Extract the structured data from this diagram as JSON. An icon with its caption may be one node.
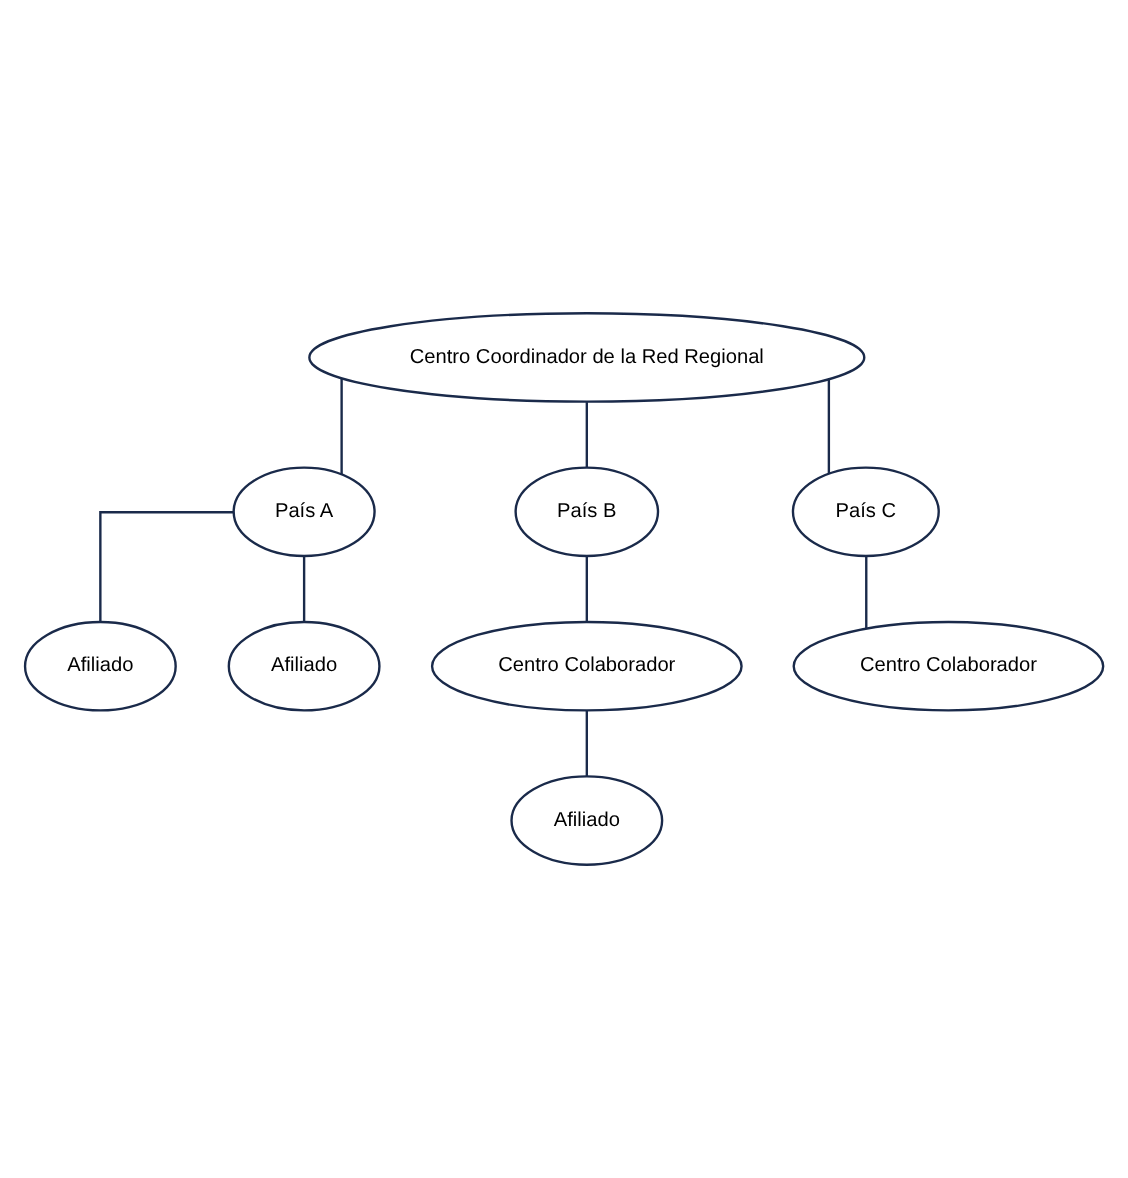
{
  "diagram": {
    "nodes": [
      {
        "text": [
          "Centro Coordinador de la Red Regional"
        ]
      },
      {
        "text": [
          "País A"
        ]
      },
      {
        "text": [
          "País B"
        ]
      },
      {
        "text": [
          "Afiliado"
        ]
      },
      {
        "text": [
          "Afiliado"
        ]
      },
      {
        "text": [
          "Centro Colaborador"
        ]
      },
      {
        "text": [
          "Afiliado"
        ]
      },
      {
        "text": [
          "País C"
        ]
      },
      {
        "text": [
          "Centro Colaborador"
        ]
      }
    ],
    "edges": [
      {
        "from": 0,
        "to": 1,
        "arrow": "none"
      },
      {
        "from": 0,
        "to": 2,
        "arrow": "none"
      },
      {
        "from": 0,
        "to": 7,
        "arrow": "none"
      },
      {
        "from": 1,
        "to": 3,
        "arrow": "none"
      },
      {
        "from": 1,
        "to": 4,
        "arrow": "none"
      },
      {
        "from": 2,
        "to": 5,
        "arrow": "none"
      },
      {
        "from": 5,
        "to": 6,
        "arrow": "none"
      },
      {
        "from": 7,
        "to": 8,
        "arrow": "none"
      }
    ]
  }
}
